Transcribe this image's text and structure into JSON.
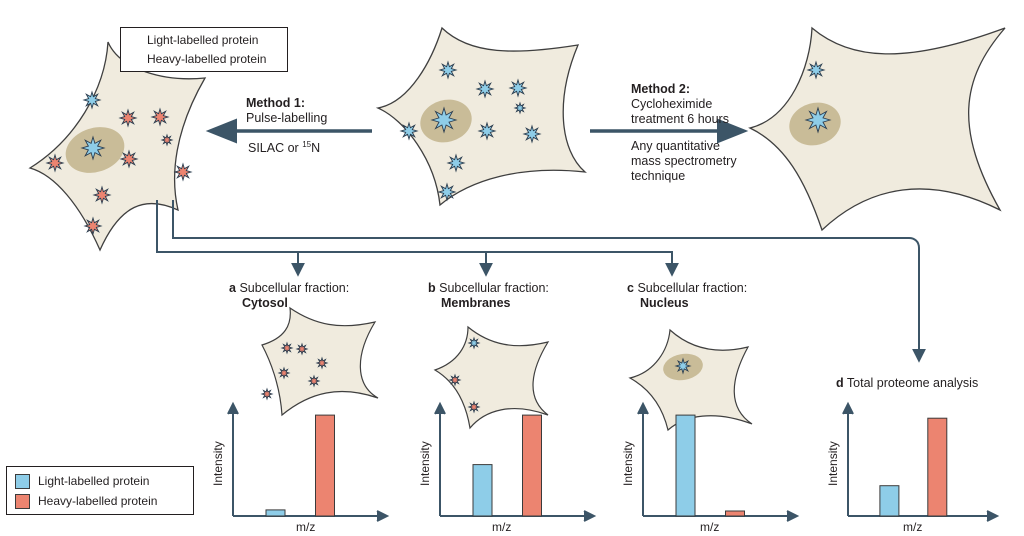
{
  "legend_top": {
    "light": "Light-labelled protein",
    "heavy": "Heavy-labelled protein"
  },
  "legend_bottom": {
    "light": "Light-labelled protein",
    "heavy": "Heavy-labelled protein"
  },
  "method1": {
    "title": "Method 1:",
    "line1": "Pulse-labelling",
    "line2_prefix": "SILAC or ",
    "line2_sup": "15",
    "line2_suffix": "N"
  },
  "method2": {
    "title": "Method 2:",
    "line1": "Cycloheximide",
    "line2": "treatment 6 hours",
    "line3": "Any quantitative",
    "line4": "mass spectrometry",
    "line5": "technique"
  },
  "fractions": [
    {
      "letter": "a",
      "label": "Subcellular fraction:",
      "name": "Cytosol"
    },
    {
      "letter": "b",
      "label": "Subcellular fraction:",
      "name": "Membranes"
    },
    {
      "letter": "c",
      "label": "Subcellular fraction:",
      "name": "Nucleus"
    },
    {
      "letter": "d",
      "label": "Total proteome analysis",
      "name": ""
    }
  ],
  "colors": {
    "light": "#8ecde8",
    "heavy": "#ec8470",
    "cell_fill": "#f0ebde",
    "cell_stroke": "#3f3f3f",
    "nucleus": "#c9bc98",
    "arrow": "#3c5567"
  },
  "chart_data": [
    {
      "type": "bar",
      "title": "Cytosol",
      "xlabel": "m/z",
      "ylabel": "Intensity",
      "categories": [
        "Light-labelled protein",
        "Heavy-labelled protein"
      ],
      "values": [
        6,
        100
      ],
      "ylim": [
        0,
        115
      ]
    },
    {
      "type": "bar",
      "title": "Membranes",
      "xlabel": "m/z",
      "ylabel": "Intensity",
      "categories": [
        "Light-labelled protein",
        "Heavy-labelled protein"
      ],
      "values": [
        51,
        100
      ],
      "ylim": [
        0,
        115
      ]
    },
    {
      "type": "bar",
      "title": "Nucleus",
      "xlabel": "m/z",
      "ylabel": "Intensity",
      "categories": [
        "Light-labelled protein",
        "Heavy-labelled protein"
      ],
      "values": [
        100,
        5
      ],
      "ylim": [
        0,
        115
      ]
    },
    {
      "type": "bar",
      "title": "Total proteome analysis",
      "xlabel": "m/z",
      "ylabel": "Intensity",
      "categories": [
        "Light-labelled protein",
        "Heavy-labelled protein"
      ],
      "values": [
        30,
        97
      ],
      "ylim": [
        0,
        115
      ]
    }
  ]
}
